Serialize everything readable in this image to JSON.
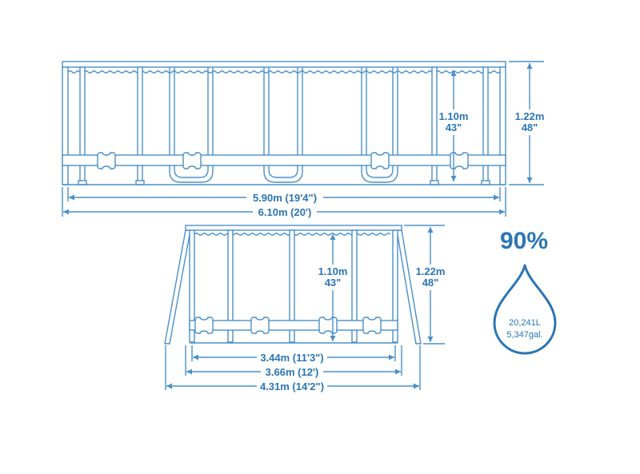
{
  "colors": {
    "line": "#4a90c9",
    "text": "#2b75b4"
  },
  "side_view": {
    "inner_height": {
      "metric": "1.10m",
      "imperial": "43\""
    },
    "outer_height": {
      "metric": "1.22m",
      "imperial": "48\""
    },
    "inner_length": "5.90m (19'4\")",
    "outer_length": "6.10m (20')"
  },
  "end_view": {
    "inner_height": {
      "metric": "1.10m",
      "imperial": "43\""
    },
    "outer_height": {
      "metric": "1.22m",
      "imperial": "48\""
    },
    "inner_width": "3.44m (11'3\")",
    "frame_width": "3.66m (12')",
    "overall_width": "4.31m (14'2\")"
  },
  "capacity": {
    "fill_level": "90%",
    "icon": "water-drop-icon",
    "liters": "20,241L",
    "gallons": "5,347gal."
  }
}
